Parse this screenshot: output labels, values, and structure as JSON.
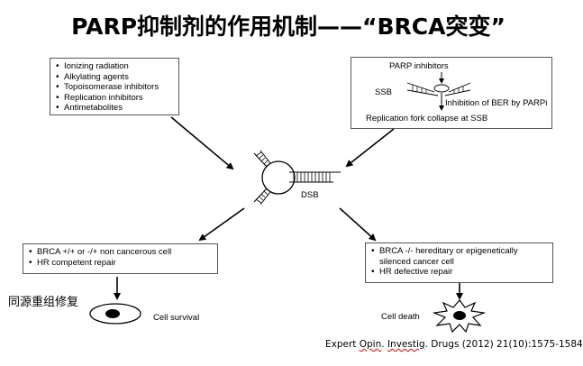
{
  "title": "PARP抑制剂的作用机制——“BRCA突变”",
  "left_box": {
    "items": [
      "Ionizing radiation",
      "Alkylating agents",
      "Topoisomerase inhibitors",
      "Replication inhibitors",
      "Antimetabolites"
    ]
  },
  "right_box": {
    "parp_label": "PARP inhibitors",
    "ssb_label": "SSB",
    "inhibition_label": "Inhibition of BER by PARPi",
    "collapse_label": "Replication fork collapse at SSB"
  },
  "center": {
    "dsb_label": "DSB"
  },
  "bottom_left_box": {
    "items": [
      "BRCA +/+ or -/+ non cancerous cell",
      "HR competent repair"
    ]
  },
  "bottom_right_box": {
    "items": [
      "BRCA -/- hereditary or epigenetically silenced cancer cell",
      "HR defective repair"
    ]
  },
  "outcomes": {
    "survival_label": "Cell survival",
    "death_label": "Cell death"
  },
  "annotation": {
    "hr_repair_cn": "同源重组修复"
  },
  "citation": {
    "text_before": "Expert ",
    "opin": "Opin",
    "mid": ". ",
    "investig": "Investig",
    "text_after": ". Drugs (2012) 21(10):1575-1584"
  }
}
